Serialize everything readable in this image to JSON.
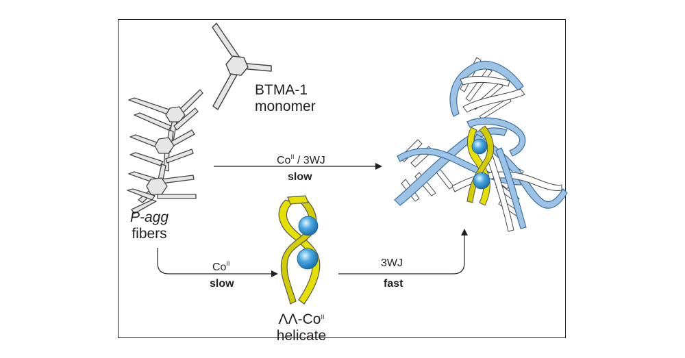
{
  "labels": {
    "monomer_line1": "BTMA-1",
    "monomer_line2": "monomer",
    "fibers_italic": "P-agg",
    "fibers_line2": "fibers",
    "helicate_prefix": "ΛΛ-Co",
    "helicate_sup": "II",
    "helicate_line2": "helicate"
  },
  "arrows": {
    "top": {
      "prefix": "Co",
      "sup": "II",
      "suffix": " / 3WJ",
      "rate": "slow"
    },
    "bottom_left": {
      "prefix": "Co",
      "sup": "II",
      "rate": "slow"
    },
    "bottom_right": {
      "label": "3WJ",
      "rate": "fast"
    }
  },
  "colors": {
    "frame": "#231f20",
    "ribbon": "#e5e000",
    "dna_backbone": "#9cc3e6",
    "metal_ion": "#4aa8e0",
    "molecule_fill": "#e6e6e6"
  }
}
